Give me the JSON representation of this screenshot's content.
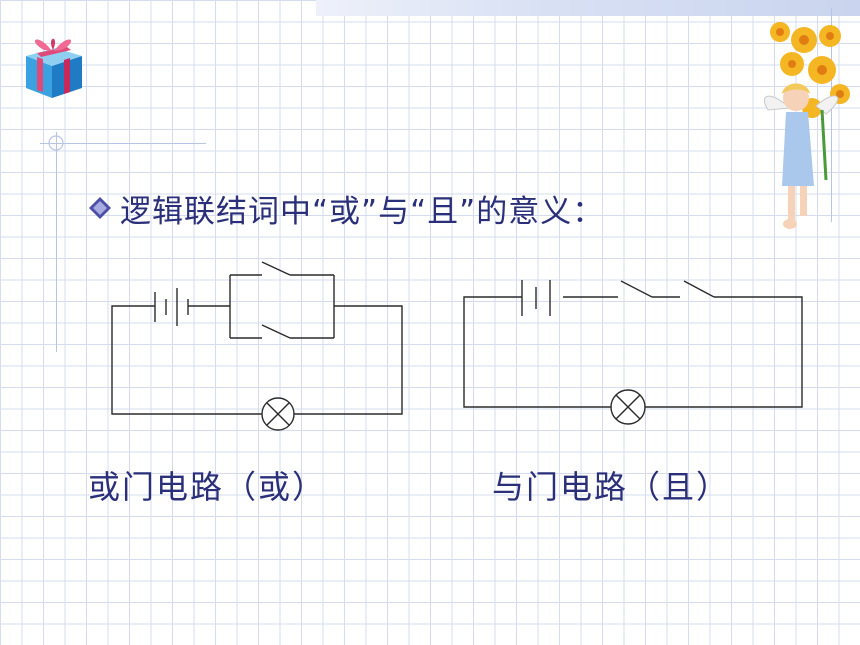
{
  "heading": "逻辑联结词中“或”与“且”的意义：",
  "captions": {
    "or_circuit": "或门电路（或）",
    "and_circuit": "与门电路（且）"
  },
  "colors": {
    "text": "#2a2f7a",
    "grid": "#d6dcee",
    "wire": "#2b2b2b"
  },
  "icons": {
    "gift": "gift-box-icon",
    "angel": "angel-with-flowers-icon",
    "bullet": "diamond-bullet-icon"
  }
}
